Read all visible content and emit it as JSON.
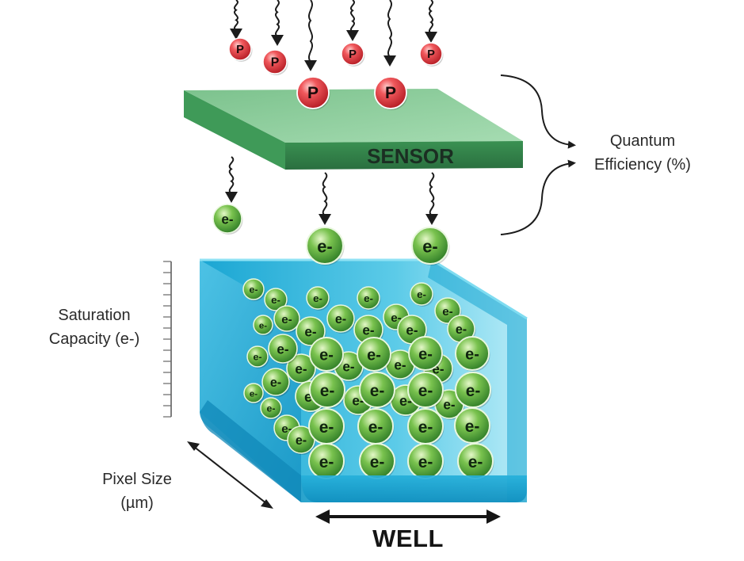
{
  "diagram": {
    "sensor_label": "SENSOR",
    "photon_symbol": "P",
    "electron_symbol": "e-",
    "quantum_efficiency": {
      "line1": "Quantum",
      "line2": "Efficiency (%)"
    },
    "saturation_capacity": {
      "line1": "Saturation",
      "line2": "Capacity (e-)"
    },
    "pixel_size": {
      "line1": "Pixel Size",
      "line2": "(µm)"
    },
    "well_label": "WELL"
  },
  "colors": {
    "sensor_top": "#8fd09c",
    "sensor_front": "#2f7f48",
    "photon": "#e23a40",
    "electron": "#4fa33a",
    "well_light": "#8ee0f2",
    "well_dark": "#1398c4"
  }
}
